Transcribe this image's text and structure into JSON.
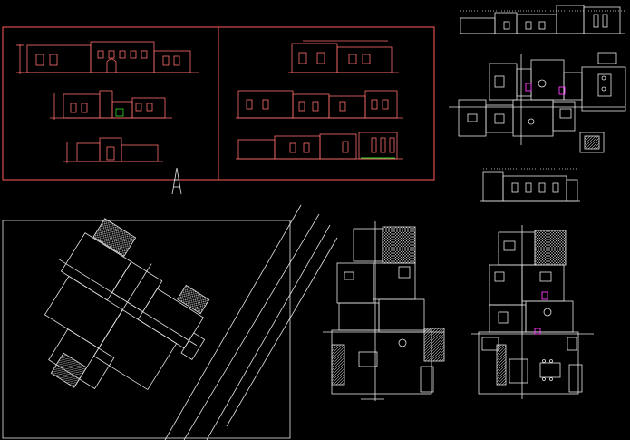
{
  "viewport": {
    "background": "#000000"
  },
  "colors": {
    "frame_red": "#ff5a5a",
    "line_white": "#e6e6e6",
    "elev_pink": "#ff6e6e",
    "accent_green": "#2bd72b",
    "accent_magenta": "#ff3bff",
    "hatch_gray": "#bdbdbd"
  },
  "drawing_groups": [
    {
      "name": "elevations-sheet-left",
      "color": "frame_red"
    },
    {
      "name": "elevations-sheet-right",
      "color": "frame_red"
    },
    {
      "name": "site-plan-rotated",
      "color": "line_white"
    },
    {
      "name": "floor-plan-ground",
      "color": "line_white"
    },
    {
      "name": "floor-plan-furnished",
      "color": "line_white"
    },
    {
      "name": "top-right-elevation-and-furnished-plan",
      "color": "line_white"
    }
  ]
}
